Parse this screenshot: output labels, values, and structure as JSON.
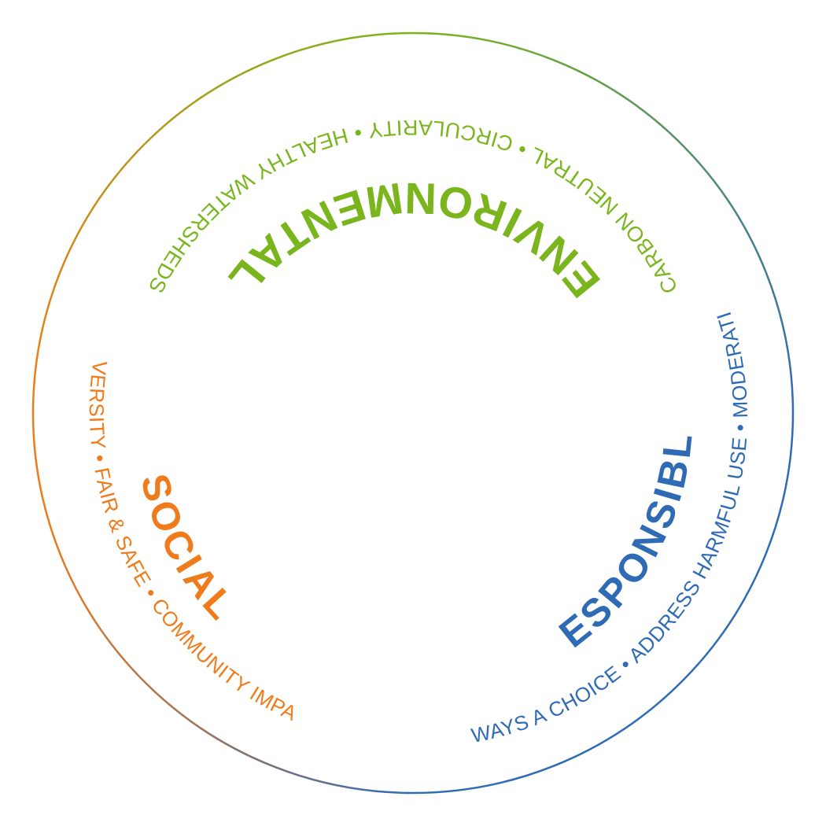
{
  "colors": {
    "environmental": "#7ab51d",
    "responsible": "#2f6bb5",
    "social": "#f07b1a"
  },
  "environmental": {
    "title": "ENVIRONMENTAL",
    "subtitle": "CARBON NEUTRAL • CIRCULARITY • HEALTHY WATERSHEDS"
  },
  "responsible": {
    "title": "RESPONSIBLE",
    "subtitle": "ALWAYS A CHOICE • ADDRESS HARMFUL USE • MODERATION"
  },
  "social": {
    "title": "SOCIAL",
    "subtitle": "DIVERSITY • FAIR & SAFE • COMMUNITY IMPACT"
  }
}
